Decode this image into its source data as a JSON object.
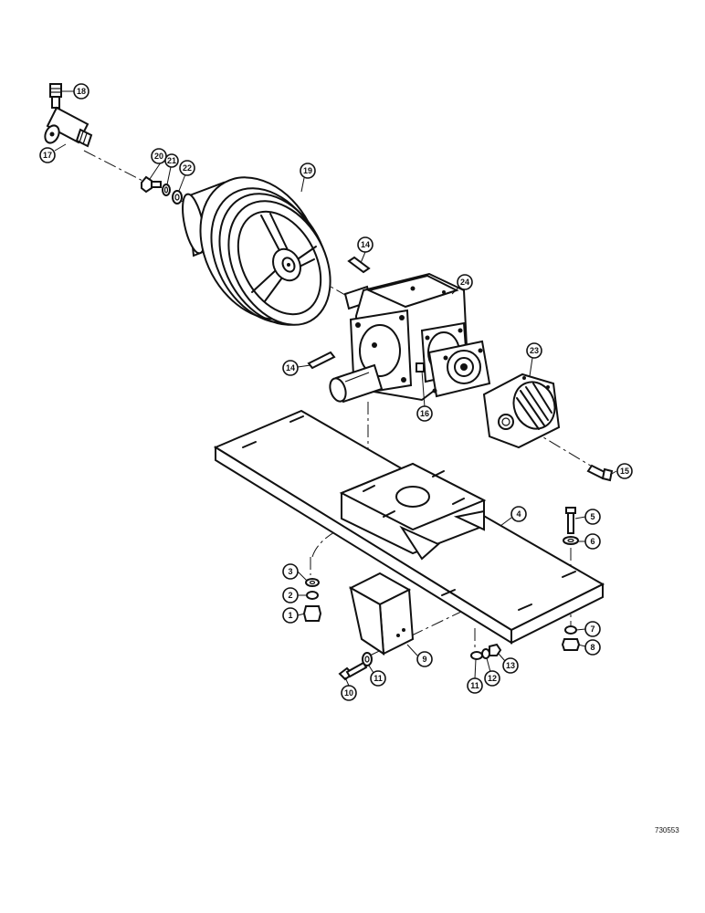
{
  "callouts": {
    "c1": "1",
    "c2": "2",
    "c3": "3",
    "c4": "4",
    "c5": "5",
    "c6": "6",
    "c7": "7",
    "c8": "8",
    "c9": "9",
    "c10": "10",
    "c11a": "11",
    "c11b": "11",
    "c12": "12",
    "c13": "13",
    "c14a": "14",
    "c14b": "14",
    "c15": "15",
    "c16": "16",
    "c17": "17",
    "c18": "18",
    "c19": "19",
    "c20": "20",
    "c21": "21",
    "c22": "22",
    "c23": "23",
    "c24": "24"
  },
  "drawing_number": "730553"
}
